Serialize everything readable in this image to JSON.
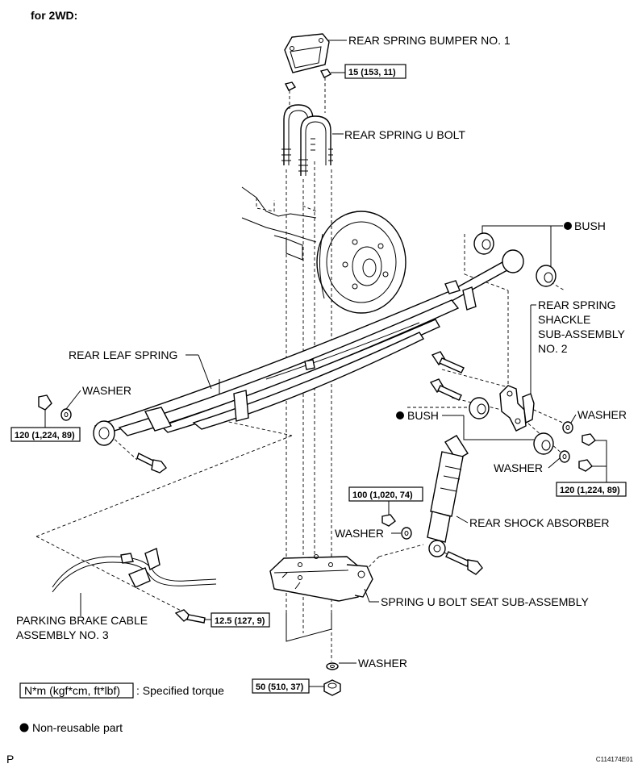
{
  "header": {
    "title": "for 2WD:"
  },
  "parts": {
    "bumper": "REAR SPRING BUMPER NO. 1",
    "ubolt": "REAR SPRING U BOLT",
    "bush_top": "BUSH",
    "shackle_1": "REAR SPRING",
    "shackle_2": "SHACKLE",
    "shackle_3": "SUB-ASSEMBLY",
    "shackle_4": "NO. 2",
    "leaf_spring": "REAR LEAF SPRING",
    "washer_left": "WASHER",
    "bush_mid": "BUSH",
    "washer_right": "WASHER",
    "washer_shackle": "WASHER",
    "washer_shock": "WASHER",
    "shock": "REAR SHOCK ABSORBER",
    "seat": "SPRING U BOLT SEAT SUB-ASSEMBLY",
    "cable_1": "PARKING BRAKE CABLE",
    "cable_2": "ASSEMBLY NO. 3",
    "washer_bottom": "WASHER"
  },
  "torques": {
    "bumper": "15 (153, 11)",
    "left_eye": "120 (1,224, 89)",
    "shackle": "120 (1,224, 89)",
    "shock_top": "100 (1,020, 74)",
    "cable": "12.5 (127, 9)",
    "ubolt_nut": "50 (510, 37)"
  },
  "legend": {
    "torque_unit": "N*m (kgf*cm, ft*lbf)",
    "torque_text": ": Specified torque",
    "nonreusable": "Non-reusable part"
  },
  "footer": {
    "left": "P",
    "code": "C114174E01"
  }
}
